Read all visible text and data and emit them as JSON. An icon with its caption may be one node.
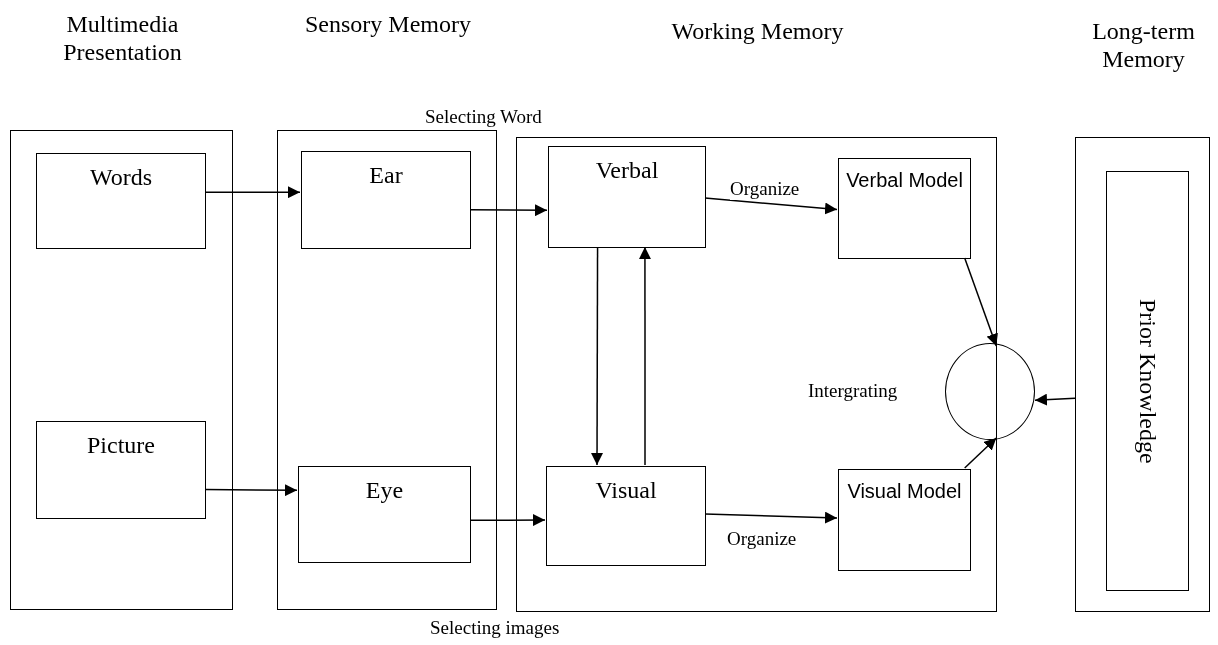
{
  "diagram": {
    "nodes": [
      {
        "text": [
          "Multimedia Presentation"
        ]
      },
      {
        "text": [
          "Words"
        ],
        "in": 0
      },
      {
        "text": [
          "Picture"
        ],
        "in": 0
      },
      {
        "text": [
          "Sensory Memory"
        ]
      },
      {
        "text": [
          "Ear"
        ],
        "in": 3
      },
      {
        "text": [
          "Eye"
        ],
        "in": 3
      },
      {
        "text": [
          "Working Memory"
        ]
      },
      {
        "text": [
          "Verbal"
        ],
        "in": 6
      },
      {
        "text": [
          "Visual"
        ],
        "in": 6
      },
      {
        "text": [
          "Verbal Model"
        ],
        "in": 6
      },
      {
        "text": [
          "Visual Model"
        ],
        "in": 6
      },
      {
        "text": [],
        "shape": "circle",
        "beside": [
          "Intergrating"
        ]
      },
      {
        "text": [
          "Long-term Memory"
        ]
      },
      {
        "text": [
          "Prior Knowledge"
        ],
        "in": 12
      }
    ],
    "edges": [
      {
        "from": 1,
        "to": 4,
        "arrow": "to"
      },
      {
        "from": 2,
        "to": 5,
        "arrow": "to"
      },
      {
        "from": 4,
        "to": 7,
        "arrow": "to"
      },
      {
        "from": 5,
        "to": 8,
        "arrow": "to"
      },
      {
        "from": 7,
        "to": 8,
        "arrow": "to"
      },
      {
        "from": 8,
        "to": 7,
        "arrow": "to"
      },
      {
        "from": 7,
        "to": 9,
        "arrow": "to",
        "label": "Organize"
      },
      {
        "from": 8,
        "to": 10,
        "arrow": "to",
        "label": "Organize"
      },
      {
        "from": 9,
        "to": 11,
        "arrow": "to"
      },
      {
        "from": 10,
        "to": 11,
        "arrow": "to"
      },
      {
        "from": 12,
        "to": 11,
        "arrow": "to"
      }
    ],
    "labels": [
      "Selecting Word",
      "Selecting images"
    ]
  }
}
